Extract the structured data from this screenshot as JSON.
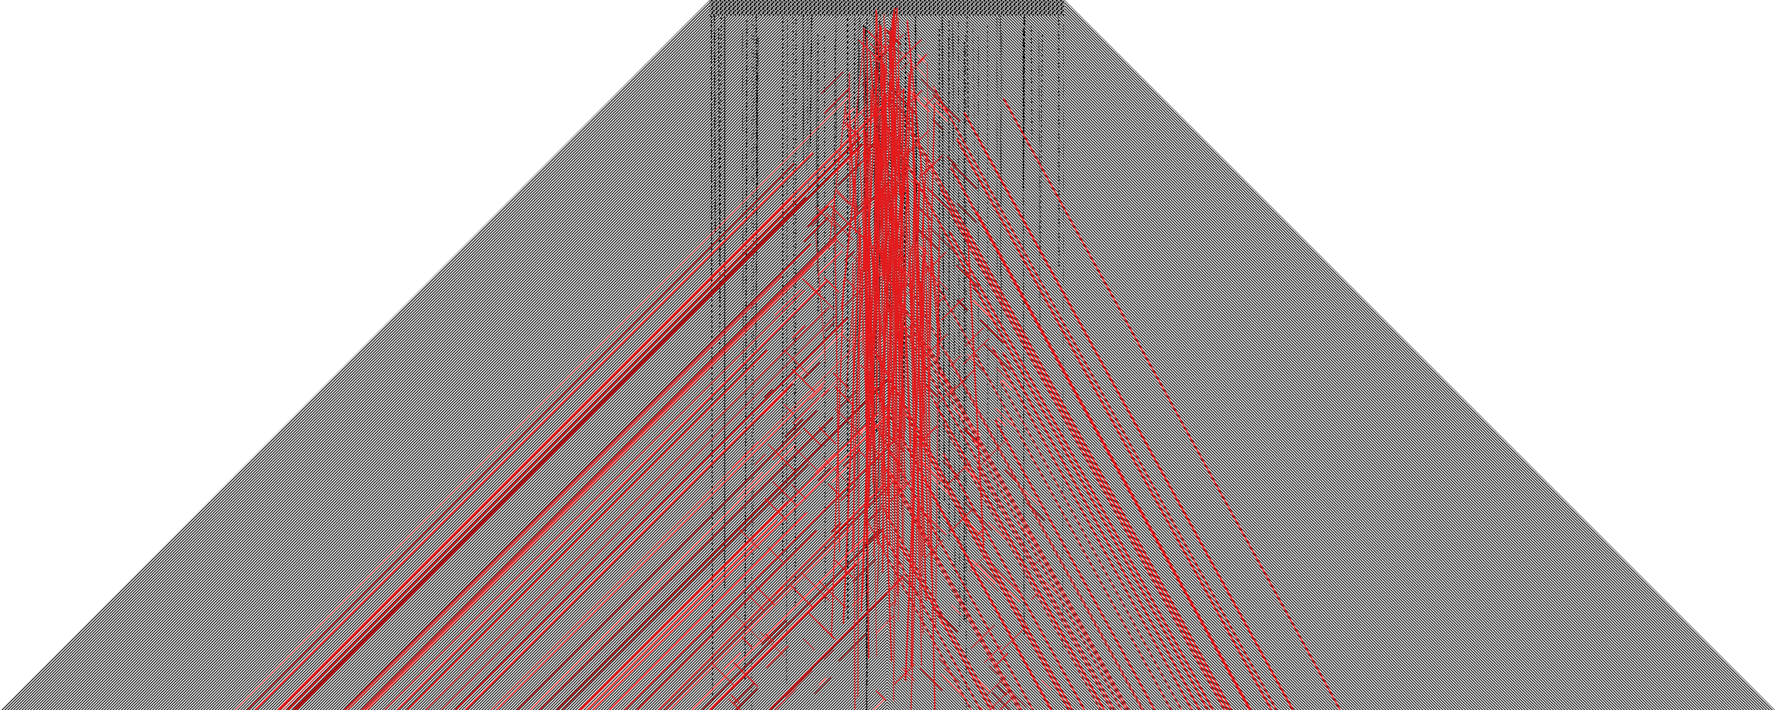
{
  "figure": {
    "description_type": "cellular-automaton evolution pattern",
    "colors": {
      "background": "#ffffff",
      "cells": "#000000",
      "cell_fill_gray": "#7f7f7f",
      "highlight": "#e41a1c"
    },
    "layers": [
      {
        "name": "light-cone-background",
        "color": "#7f7f7f"
      },
      {
        "name": "central-noisy-band",
        "color": "#000000"
      },
      {
        "name": "red-particle-trajectories",
        "color": "#e41a1c"
      }
    ]
  }
}
